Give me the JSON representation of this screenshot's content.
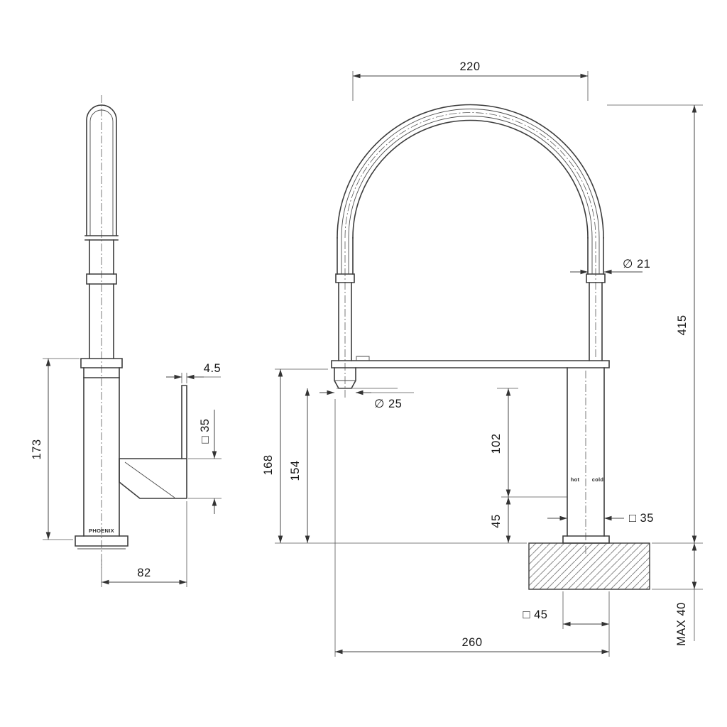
{
  "drawing": {
    "brand": "PHOENIX",
    "port_labels": {
      "hot": "hot",
      "cold": "cold"
    },
    "front_view": {
      "top_width": "220",
      "tube_diameter": "∅ 21",
      "overall_height": "415",
      "spout_diameter": "∅ 25",
      "outlet_height": "168",
      "nozzle_height": "154",
      "body_upper_height": "102",
      "body_lower_height": "45",
      "body_square": "□ 35",
      "base_square": "□ 45",
      "reach": "260",
      "max_bench_thickness": "MAX 40"
    },
    "side_view": {
      "body_height": "173",
      "handle_reach": "82",
      "handle_thickness": "4.5",
      "handle_square": "□ 35"
    }
  }
}
